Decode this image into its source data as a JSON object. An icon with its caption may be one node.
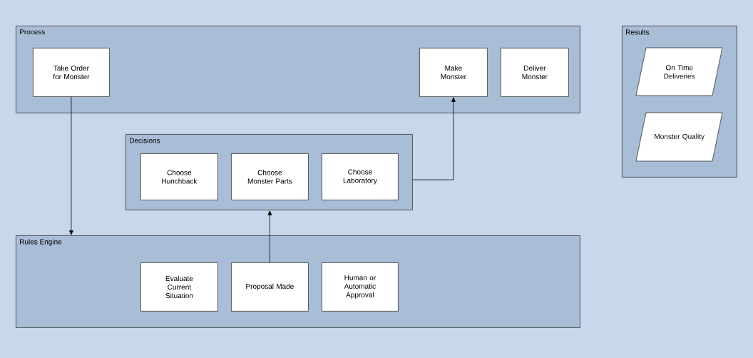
{
  "diagram": {
    "nodes": [
      {
        "text": [
          "Process"
        ]
      },
      {
        "text": [
          "Take Order for Monster"
        ],
        "in": 0
      },
      {
        "text": [
          "Make Monster"
        ],
        "in": 0
      },
      {
        "text": [
          "Deliver Monster"
        ],
        "in": 0
      },
      {
        "text": [
          "Results"
        ]
      },
      {
        "text": [
          "On Time Deliveries"
        ],
        "in": 4
      },
      {
        "text": [
          "Monster Quality"
        ],
        "in": 4
      },
      {
        "text": [
          "Decisions"
        ]
      },
      {
        "text": [
          "Choose Hunchback"
        ],
        "in": 7
      },
      {
        "text": [
          "Choose Monster Parts"
        ],
        "in": 7
      },
      {
        "text": [
          "Choose Laboratory"
        ],
        "in": 7
      },
      {
        "text": [
          "Rules Engine"
        ]
      },
      {
        "text": [
          "Evaluate Current Situation"
        ],
        "in": 11
      },
      {
        "text": [
          "Proposal Made"
        ],
        "in": 11
      },
      {
        "text": [
          "Human or Automatic Approval"
        ],
        "in": 11
      }
    ],
    "edges": [
      {
        "from": 1,
        "to": 11,
        "arrow": "to"
      },
      {
        "from": 13,
        "to": 7,
        "arrow": "to"
      },
      {
        "from": 7,
        "to": 2,
        "arrow": "to"
      }
    ]
  }
}
